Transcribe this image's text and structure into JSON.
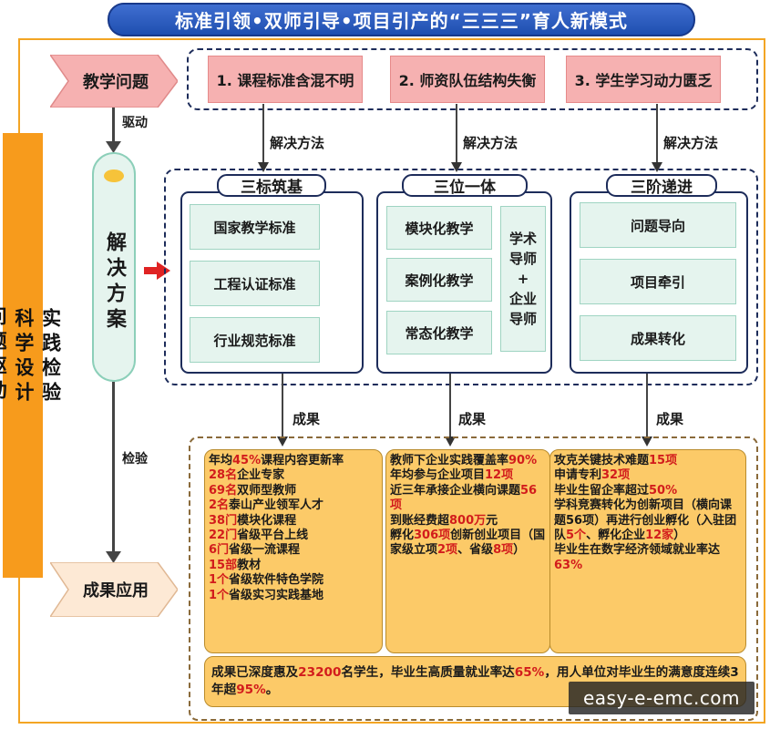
{
  "title": "标准引领•双师引导•项目引产的“三三三”育人新模式",
  "left_bar": {
    "col1": "问题驱动",
    "col2": "科学设计",
    "col3": "实践检验"
  },
  "flow": {
    "problem_label": "教学问题",
    "drive_label": "驱动",
    "solution_label": "解决方案",
    "check_label": "检验",
    "outcome_label": "成果应用"
  },
  "problems": [
    "1. 课程标准含混不明",
    "2. 师资队伍结构失衡",
    "3. 学生学习动力匮乏"
  ],
  "method_label": "解决方法",
  "result_label": "成果",
  "columns": [
    {
      "title": "三标筑基",
      "items": [
        "国家教学标准",
        "工程认证标准",
        "行业规范标准"
      ]
    },
    {
      "title": "三位一体",
      "items": [
        "模块化教学",
        "案例化教学",
        "常态化教学"
      ],
      "side": {
        "l1": "学术",
        "l2": "导师",
        "l3": "+",
        "l4": "企业",
        "l5": "导师"
      }
    },
    {
      "title": "三阶递进",
      "items": [
        "问题导向",
        "项目牵引",
        "成果转化"
      ]
    }
  ],
  "results": {
    "col1": [
      {
        "pre": "年均",
        "num": "45%",
        "post": "课程内容更新率"
      },
      {
        "pre": "",
        "num": "28名",
        "post": "企业专家"
      },
      {
        "pre": "",
        "num": "69名",
        "post": "双师型教师"
      },
      {
        "pre": "",
        "num": "2名",
        "post": "泰山产业领军人才"
      },
      {
        "pre": "",
        "num": "38门",
        "post": "模块化课程"
      },
      {
        "pre": "",
        "num": "22门",
        "post": "省级平台上线"
      },
      {
        "pre": "",
        "num": "6门",
        "post": "省级一流课程"
      },
      {
        "pre": "",
        "num": "15部",
        "post": "教材"
      },
      {
        "pre": "",
        "num": "1个",
        "post": "省级软件特色学院"
      },
      {
        "pre": "",
        "num": "1个",
        "post": "省级实习实践基地"
      }
    ],
    "col2": [
      {
        "pre": "教师下企业实践覆盖率",
        "num": "90%",
        "post": ""
      },
      {
        "pre": "年均参与企业项目",
        "num": "12项",
        "post": ""
      },
      {
        "pre": "近三年承接企业横向课题",
        "num": "56项",
        "post": ""
      },
      {
        "pre": "到账经费超",
        "num": "800万",
        "post": "元"
      },
      {
        "pre": "孵化",
        "num": "306项",
        "post": "创新创业项目（国家级立项",
        "num2": "2项",
        "post2": "、省级",
        "num3": "8项",
        "post3": "）"
      }
    ],
    "col3": [
      {
        "pre": "攻克关键技术难题",
        "num": "15项",
        "post": ""
      },
      {
        "pre": "申请专利",
        "num": "32项",
        "post": ""
      },
      {
        "pre": "毕业生留企率超过",
        "num": "50%",
        "post": ""
      },
      {
        "pre": "学科竞赛转化为创新项目（横向课题56项）再进行创业孵化（入驻团队",
        "num": "5个",
        "post": "、孵化企业",
        "num2": "12家",
        "post2": "）"
      },
      {
        "pre": "毕业生在数字经济领域就业率达",
        "num": "63%",
        "post": ""
      }
    ]
  },
  "summary": {
    "p1": "成果已深度惠及",
    "n1": "23200",
    "p2": "名学生，毕业生高质量就业率达",
    "n2": "65%",
    "p3": "，用人单位对毕业生的满意度连续3年超",
    "n3": "95%",
    "p4": "。"
  },
  "watermark": "easy-e-emc.com",
  "colors": {
    "title_bg": "#2a5bc0",
    "problem_bg": "#f6b1b1",
    "item_bg": "#e5f4ee",
    "result_bg": "#fcca68",
    "highlight": "#d21c1c",
    "left_bar": "#f79b1c"
  }
}
